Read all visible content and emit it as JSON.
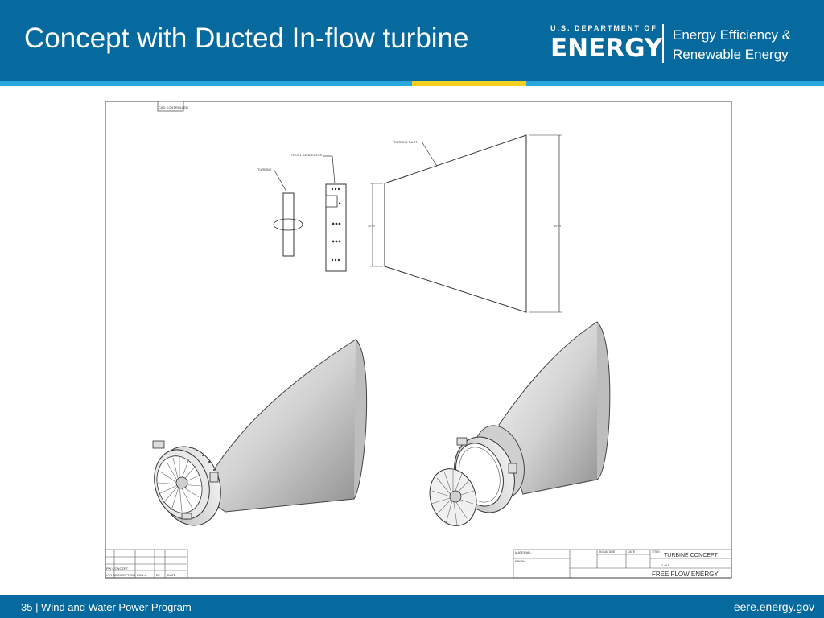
{
  "slide": {
    "title": "Concept with Ducted In-flow turbine"
  },
  "logo": {
    "doe_small": "U.S. DEPARTMENT OF",
    "doe_big": "ENERGY",
    "eere_line1": "Energy Efficiency &",
    "eere_line2": "Renewable Energy"
  },
  "drawing": {
    "label_turbine": "TURBINE",
    "label_generator": "ITEC 1 GENERATOR",
    "label_duct": "TURBINE DUCT",
    "dim_small": "30 in",
    "dim_large": "60 in",
    "title_block": {
      "title_label": "TITLE:",
      "drawing_title": "TURBINE CONCEPT",
      "company": "FREE FLOW ENERGY",
      "material_label": "MATERIAL:",
      "finish_label": "FINISH:",
      "row1": "PW  CONCEPT",
      "row2": "LTR  DESCRIPTION",
      "eco_label": "ECN #",
      "by_label": "BY",
      "date_label": "DATE",
      "sheet": "1 of 1",
      "signature": "SIGNATURE",
      "date_col": "DATE"
    },
    "cad_box": "CAD CONTROLLED"
  },
  "footer": {
    "left": "35 | Wind and Water Power Program",
    "right": "eere.energy.gov"
  },
  "colors": {
    "header_blue": "#076a9f",
    "stripe_blue": "#27a7df",
    "stripe_yellow": "#f4cf1e"
  }
}
